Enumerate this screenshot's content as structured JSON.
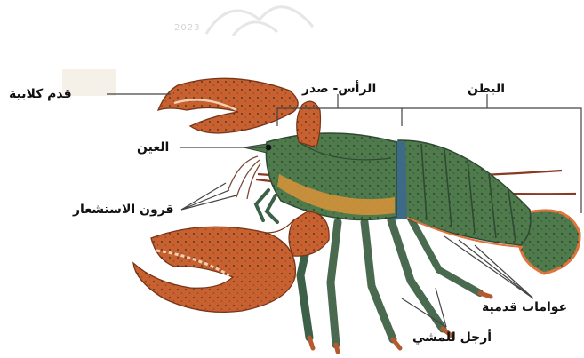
{
  "diagram": {
    "watermark_year": "2023",
    "labels": {
      "claw": "قدم كلابية",
      "head_thorax": "الرأس- صدر",
      "abdomen": "البطن",
      "eye": "العين",
      "antennae": "قرون الاستشعار",
      "swimmerets": "عوامات قدمية",
      "walking_legs": "أرجل للمشي"
    },
    "colors": {
      "shell_green": "#4f7a4c",
      "shell_dark": "#2f4a33",
      "claw_orange": "#c8602f",
      "underside_orange": "#d2913a",
      "blue_band": "#3d6a86",
      "leader_line": "#444444"
    }
  }
}
